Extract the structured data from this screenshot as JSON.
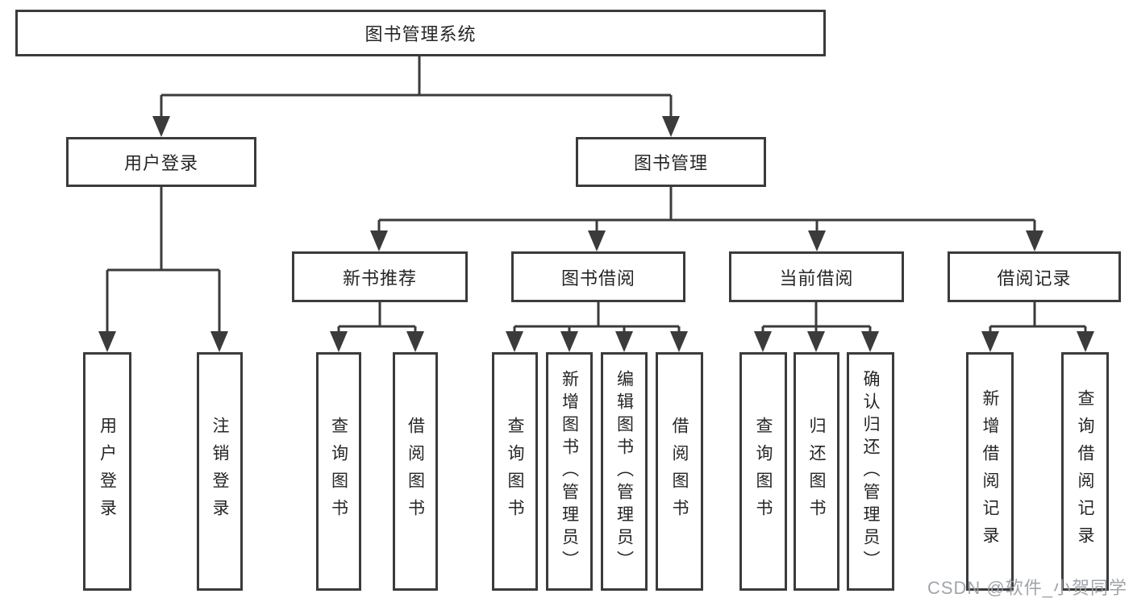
{
  "diagram": {
    "root": {
      "label": "图书管理系统"
    },
    "level2": {
      "user_login": {
        "label": "用户登录"
      },
      "book_management": {
        "label": "图书管理"
      }
    },
    "level3": {
      "new_book_recommend": {
        "label": "新书推荐"
      },
      "book_borrow": {
        "label": "图书借阅"
      },
      "current_borrow": {
        "label": "当前借阅"
      },
      "borrow_records": {
        "label": "借阅记录"
      }
    },
    "leaves": {
      "user_login": {
        "label": "用户登录"
      },
      "logout": {
        "label": "注销登录"
      },
      "nb_query_books": {
        "label": "查询图书"
      },
      "nb_borrow_books": {
        "label": "借阅图书"
      },
      "bb_query_books": {
        "label": "查询图书"
      },
      "bb_add_books_admin": {
        "label": "新增图书（管理员）"
      },
      "bb_edit_books_admin": {
        "label": "编辑图书（管理员）"
      },
      "bb_borrow_books": {
        "label": "借阅图书"
      },
      "cb_query_books": {
        "label": "查询图书"
      },
      "cb_return_books": {
        "label": "归还图书"
      },
      "cb_confirm_return_admin": {
        "label": "确认归还（管理员）"
      },
      "br_add_record": {
        "label": "新增借阅记录"
      },
      "br_query_record": {
        "label": "查询借阅记录"
      }
    },
    "watermark": "CSDN @软件_小贺同学"
  }
}
